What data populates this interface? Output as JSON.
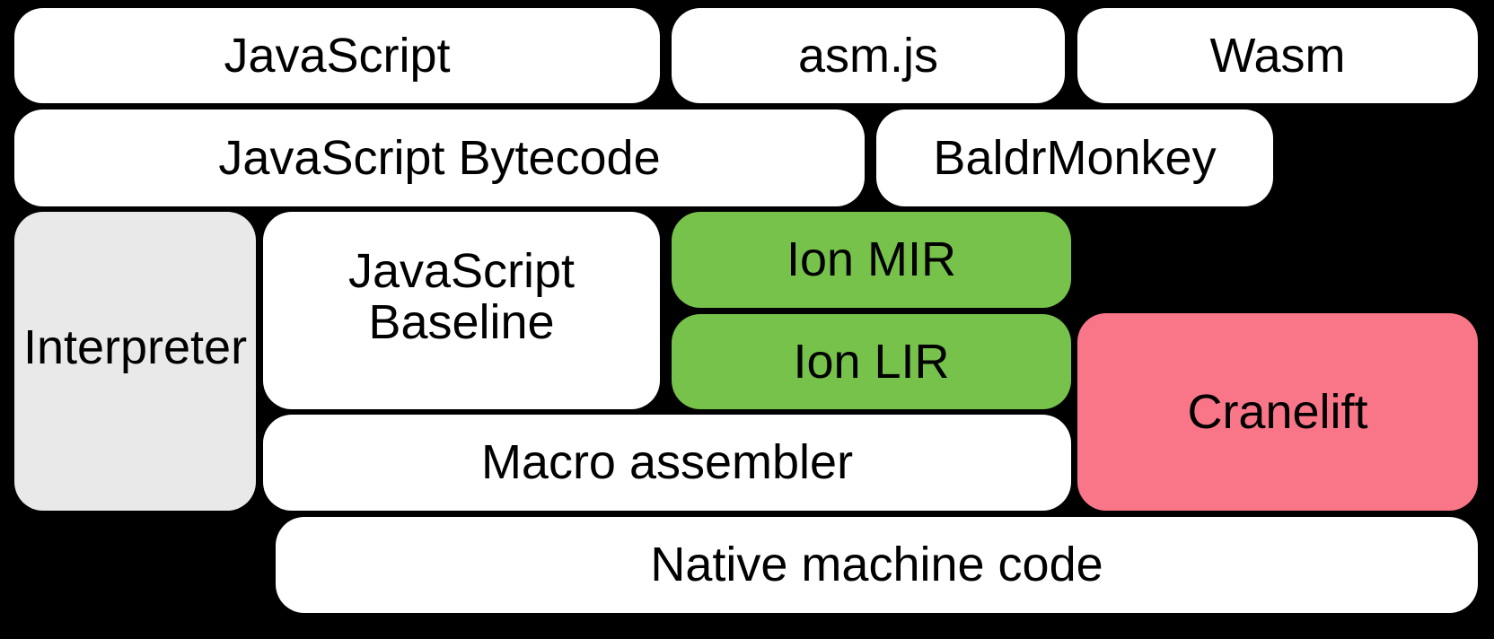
{
  "colors": {
    "background": "#000000",
    "box_white": "#ffffff",
    "box_gray": "#e9e9e9",
    "box_green": "#76c24a",
    "box_pink": "#f87687",
    "text": "#000000"
  },
  "diagram": {
    "description": "Compiler pipeline block diagram",
    "boxes": [
      {
        "id": "javascript",
        "label": "JavaScript",
        "color": "box_white"
      },
      {
        "id": "asmjs",
        "label": "asm.js",
        "color": "box_white"
      },
      {
        "id": "wasm",
        "label": "Wasm",
        "color": "box_white"
      },
      {
        "id": "javascript-bytecode",
        "label": "JavaScript Bytecode",
        "color": "box_white"
      },
      {
        "id": "baldrmonkey",
        "label": "BaldrMonkey",
        "color": "box_white"
      },
      {
        "id": "interpreter",
        "label": "Interpreter",
        "color": "box_gray"
      },
      {
        "id": "javascript-baseline",
        "label": "JavaScript Baseline",
        "color": "box_white"
      },
      {
        "id": "ion-mir",
        "label": "Ion MIR",
        "color": "box_green"
      },
      {
        "id": "ion-lir",
        "label": "Ion LIR",
        "color": "box_green"
      },
      {
        "id": "cranelift",
        "label": "Cranelift",
        "color": "box_pink"
      },
      {
        "id": "macro-assembler",
        "label": "Macro assembler",
        "color": "box_white"
      },
      {
        "id": "native-machine-code",
        "label": "Native machine code",
        "color": "box_white"
      }
    ]
  }
}
